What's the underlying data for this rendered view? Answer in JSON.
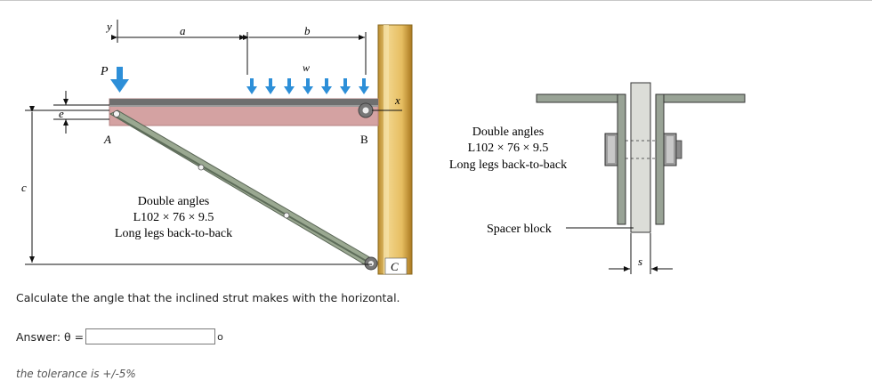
{
  "figure_left": {
    "labels": {
      "y": "y",
      "a": "a",
      "b": "b",
      "w": "w",
      "P": "P",
      "x": "x",
      "e": "e",
      "A": "A",
      "B": "B",
      "C": "C",
      "c": "c"
    },
    "strut_caption": [
      "Double angles",
      "L102 × 76 × 9.5",
      "Long legs back-to-back"
    ]
  },
  "figure_right": {
    "caption": [
      "Double angles",
      "L102 × 76 × 9.5",
      "Long legs back-to-back"
    ],
    "spacer_label": "Spacer block",
    "s_label": "s"
  },
  "question": {
    "text": "Calculate the angle that the inclined strut makes with the horizontal."
  },
  "answer": {
    "label": "Answer: θ =",
    "value": "",
    "unit": "o"
  },
  "tolerance": "the tolerance is +/-5%",
  "colors": {
    "beam": "#d4a2a2",
    "column": "#e8c16a",
    "strut": "#8c9c84",
    "load_arrow": "#2d8fd8",
    "plate": "#dcddd8",
    "angle_gray": "#99a396"
  }
}
